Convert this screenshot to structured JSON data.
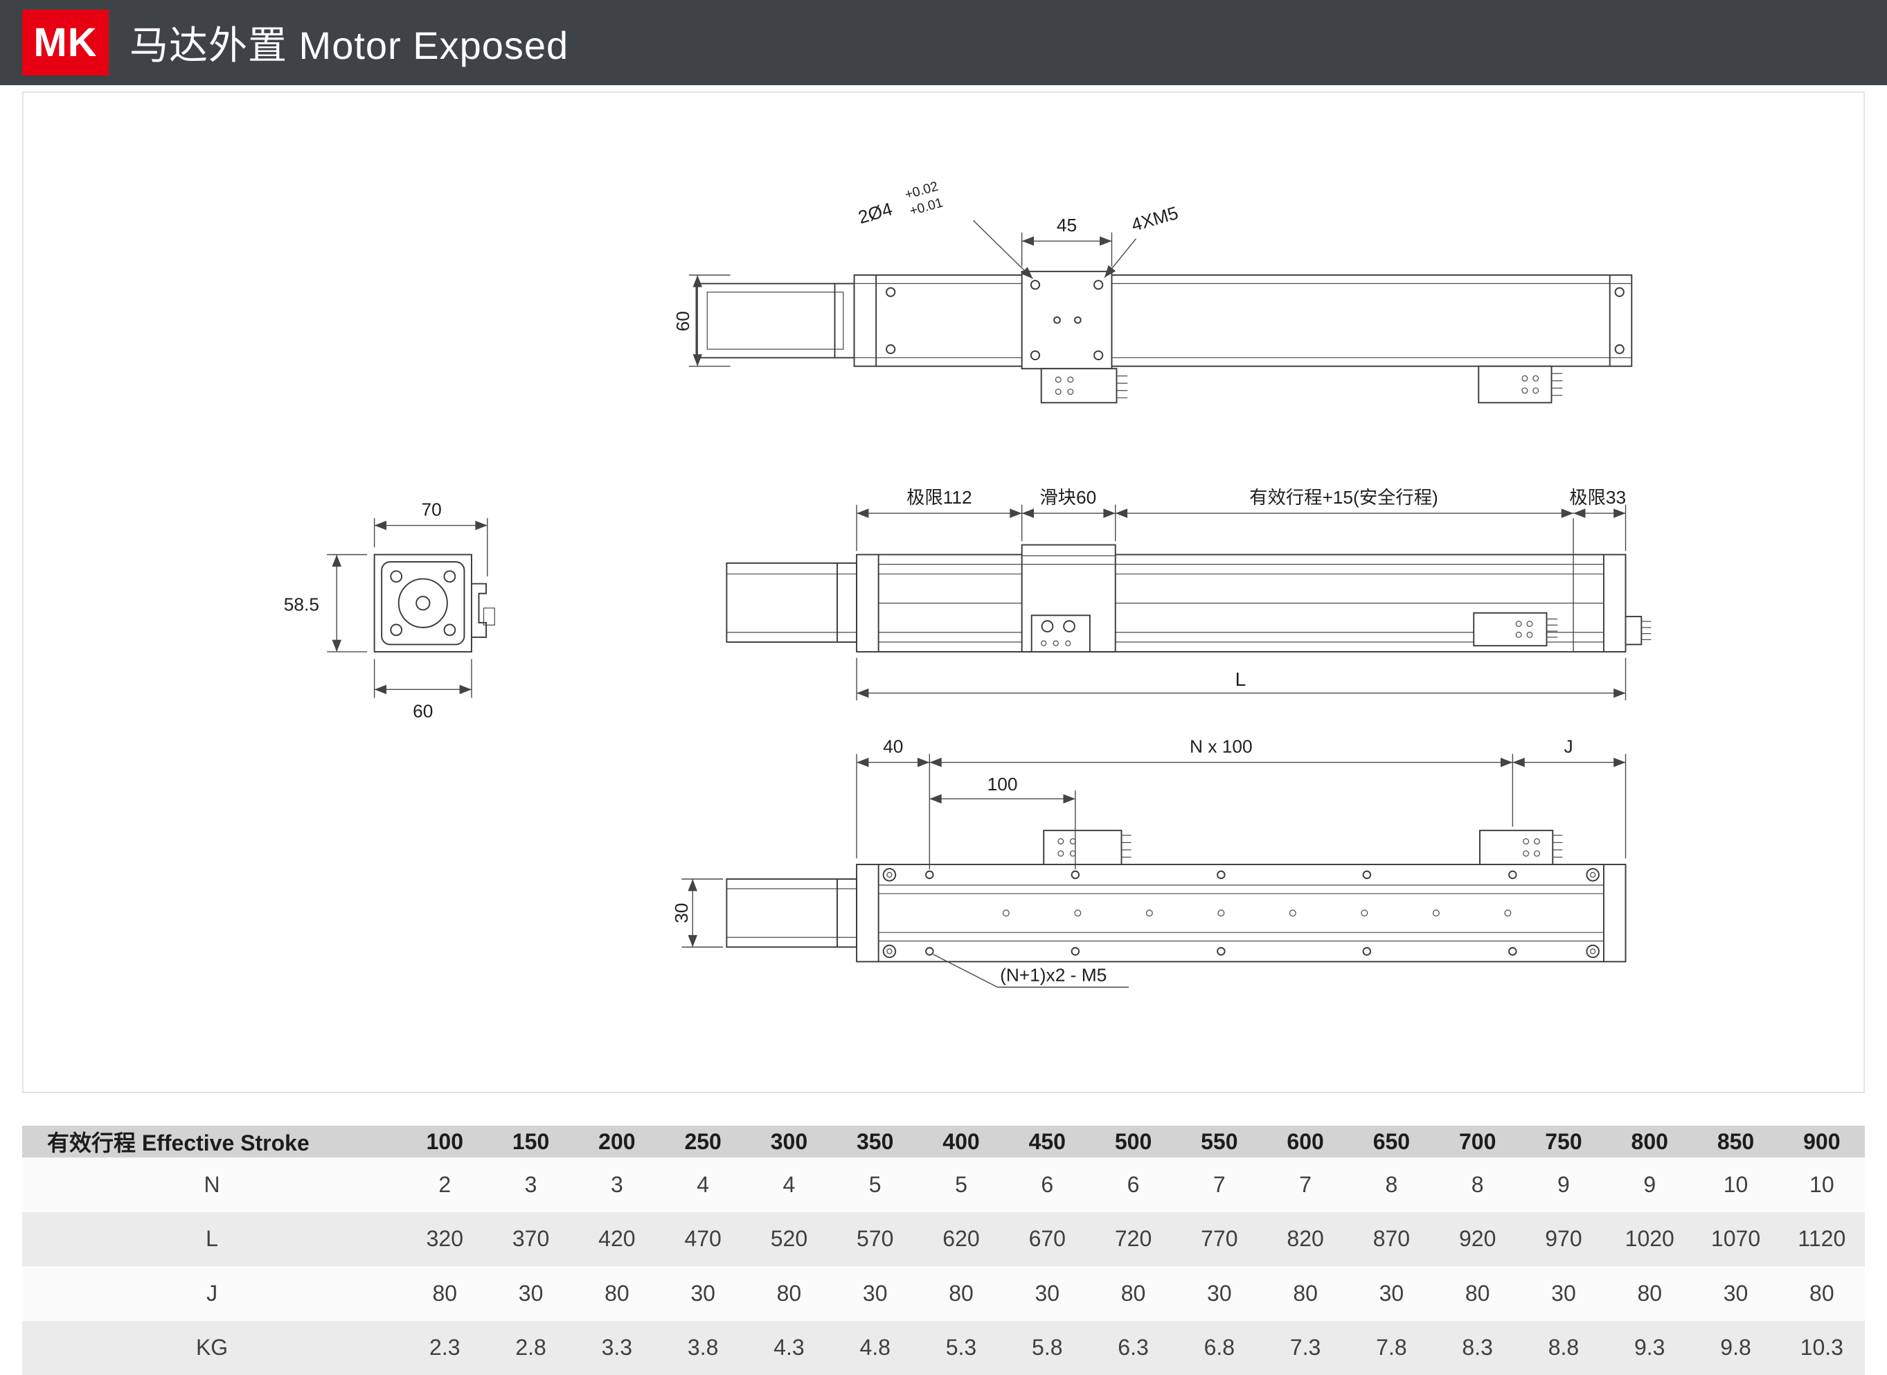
{
  "header": {
    "badge": "MK",
    "title": "马达外置 Motor Exposed"
  },
  "drawing": {
    "top_view": {
      "hole_callout": "2Ø4",
      "hole_tol_upper": "+0.02",
      "hole_tol_lower": "+0.01",
      "carriage_width": "45",
      "thread_callout": "4XM5",
      "rail_width": "60"
    },
    "section_view": {
      "width_with_sensor": "70",
      "height": "58.5",
      "body_width": "60"
    },
    "side_view": {
      "limit_left": "极限112",
      "slider": "滑块60",
      "effective_stroke": "有效行程+15(安全行程)",
      "limit_right": "极限33",
      "overall_length": "L"
    },
    "bottom_view": {
      "offset_40": "40",
      "pitch_100": "100",
      "pattern_length": "N x 100",
      "end_offset": "J",
      "width_30": "30",
      "hole_callout": "(N+1)x2 - M5"
    }
  },
  "table": {
    "header_label": "有效行程 Effective Stroke",
    "strokes": [
      100,
      150,
      200,
      250,
      300,
      350,
      400,
      450,
      500,
      550,
      600,
      650,
      700,
      750,
      800,
      850,
      900
    ],
    "rows": [
      {
        "label": "N",
        "values": [
          2,
          3,
          3,
          4,
          4,
          5,
          5,
          6,
          6,
          7,
          7,
          8,
          8,
          9,
          9,
          10,
          10
        ]
      },
      {
        "label": "L",
        "values": [
          320,
          370,
          420,
          470,
          520,
          570,
          620,
          670,
          720,
          770,
          820,
          870,
          920,
          970,
          1020,
          1070,
          1120
        ]
      },
      {
        "label": "J",
        "values": [
          80,
          30,
          80,
          30,
          80,
          30,
          80,
          30,
          80,
          30,
          80,
          30,
          80,
          30,
          80,
          30,
          80
        ]
      },
      {
        "label": "KG",
        "values": [
          2.3,
          2.8,
          3.3,
          3.8,
          4.3,
          4.8,
          5.3,
          5.8,
          6.3,
          6.8,
          7.3,
          7.8,
          8.3,
          8.8,
          9.3,
          9.8,
          10.3
        ]
      }
    ]
  },
  "colors": {
    "accent_red": "#e60012",
    "header_bg": "#3e4347",
    "table_header_bg": "#d3d3d3",
    "table_stripe": "#ebebeb",
    "line_color": "#3b3b3b"
  }
}
